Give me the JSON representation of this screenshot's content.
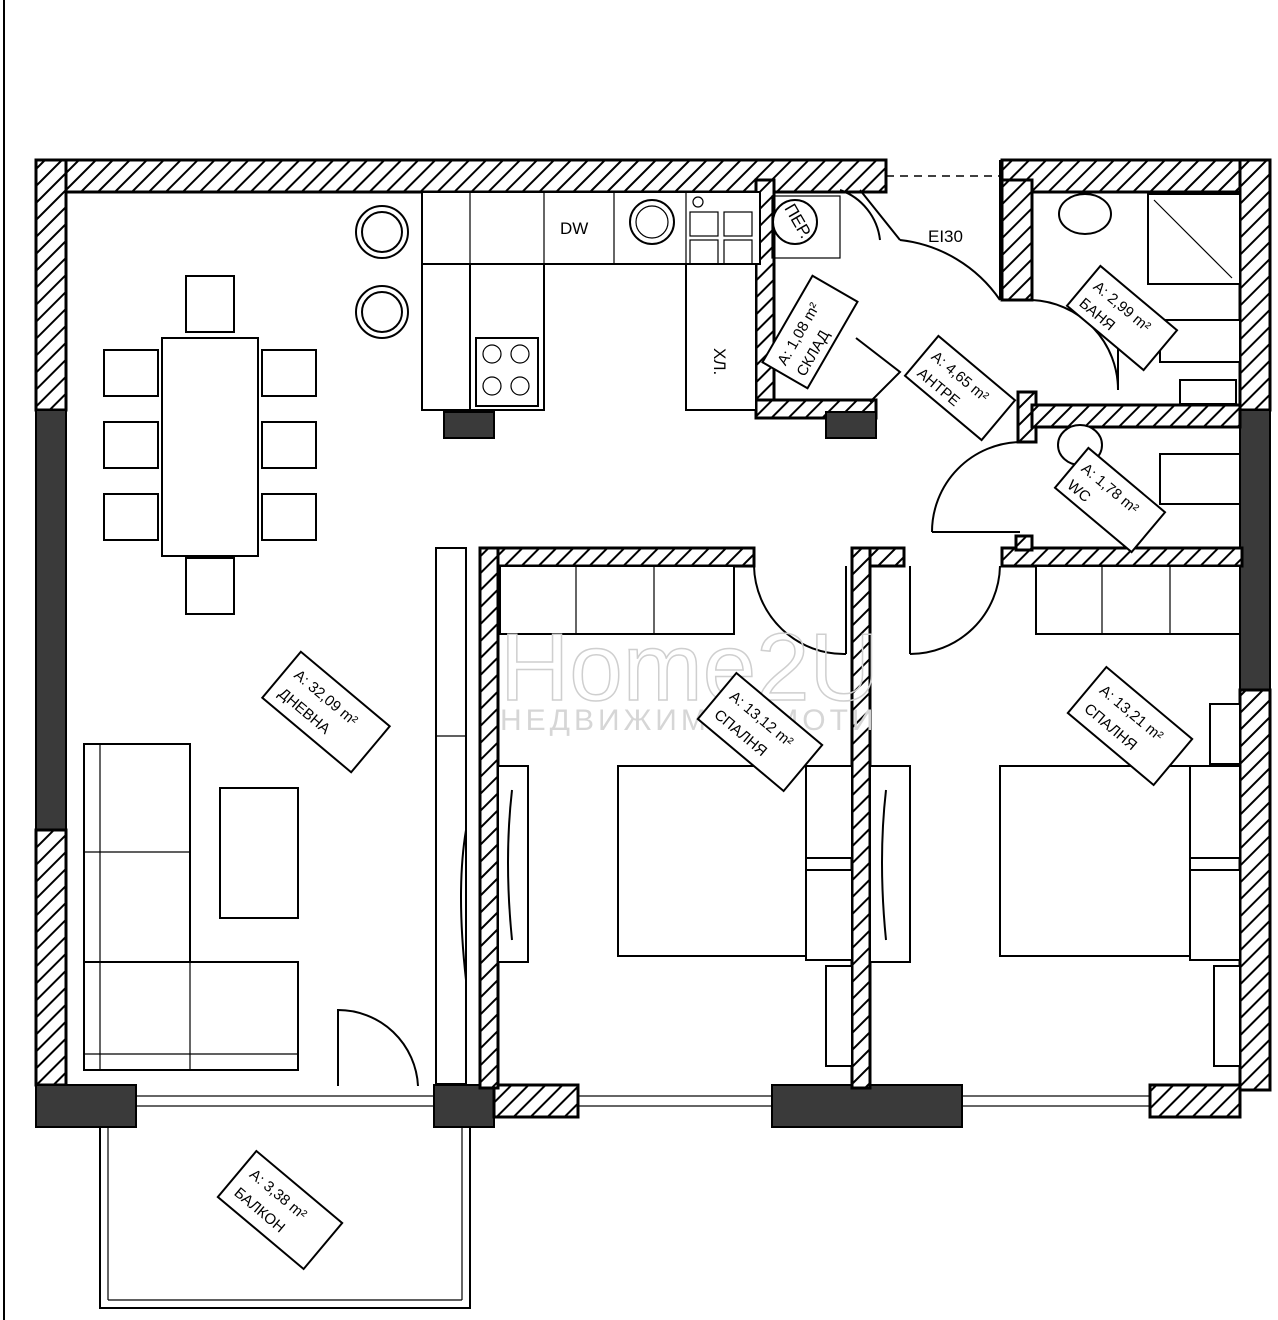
{
  "rooms": [
    {
      "area": "A: 32,09 m²",
      "name": "ДНЕВНА"
    },
    {
      "area": "A: 3,38 m²",
      "name": "БАЛКОН"
    },
    {
      "area": "A: 13,12 m²",
      "name": "СПАЛНЯ"
    },
    {
      "area": "A: 13,21 m²",
      "name": "СПАЛНЯ"
    },
    {
      "area": "A: 1,08 m²",
      "name": "СКЛАД"
    },
    {
      "area": "A: 4,65 m²",
      "name": "АНТРЕ"
    },
    {
      "area": "A: 2,99 m²",
      "name": "БАНЯ"
    },
    {
      "area": "A: 1,78 m²",
      "name": "WC"
    }
  ],
  "fixtures": {
    "dishwasher": "DW",
    "fridge": "ХЛ.",
    "washer": "ПЕР.",
    "fire_door": "EI30"
  },
  "watermark": {
    "brand": "Home2U",
    "subtitle": "НЕДВИЖИМИ ИМОТИ"
  },
  "colors": {
    "line": "#000000",
    "background": "#ffffff",
    "solid_wall": "#3a3a3a"
  }
}
